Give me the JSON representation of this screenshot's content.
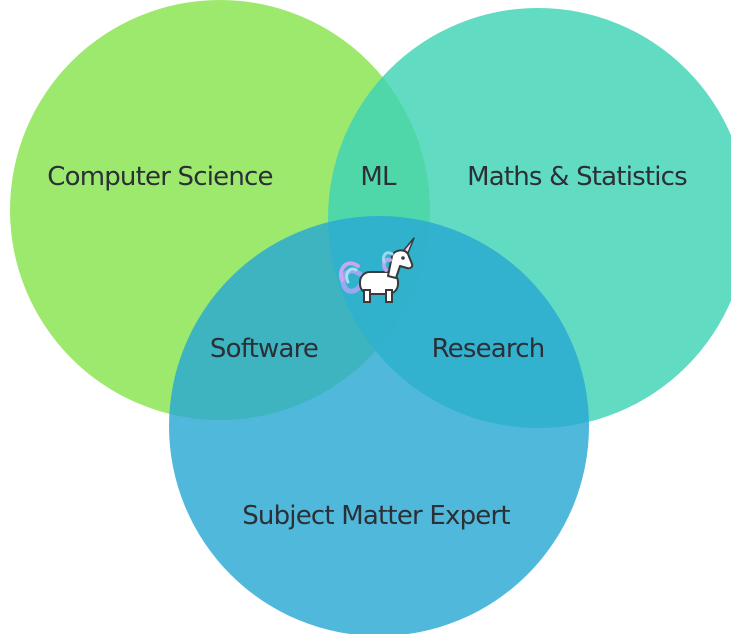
{
  "circles": [
    {
      "id": "computer-science",
      "label": "Computer Science",
      "color": "#8fe65a"
    },
    {
      "id": "maths-statistics",
      "label": "Maths & Statistics",
      "color": "#3fd3b6"
    },
    {
      "id": "subject-matter-expert",
      "label": "Subject Matter Expert",
      "color": "#2aa8d3"
    }
  ],
  "overlaps": {
    "ml": "ML",
    "software": "Software",
    "research": "Research"
  },
  "center_icon": "unicorn-icon"
}
